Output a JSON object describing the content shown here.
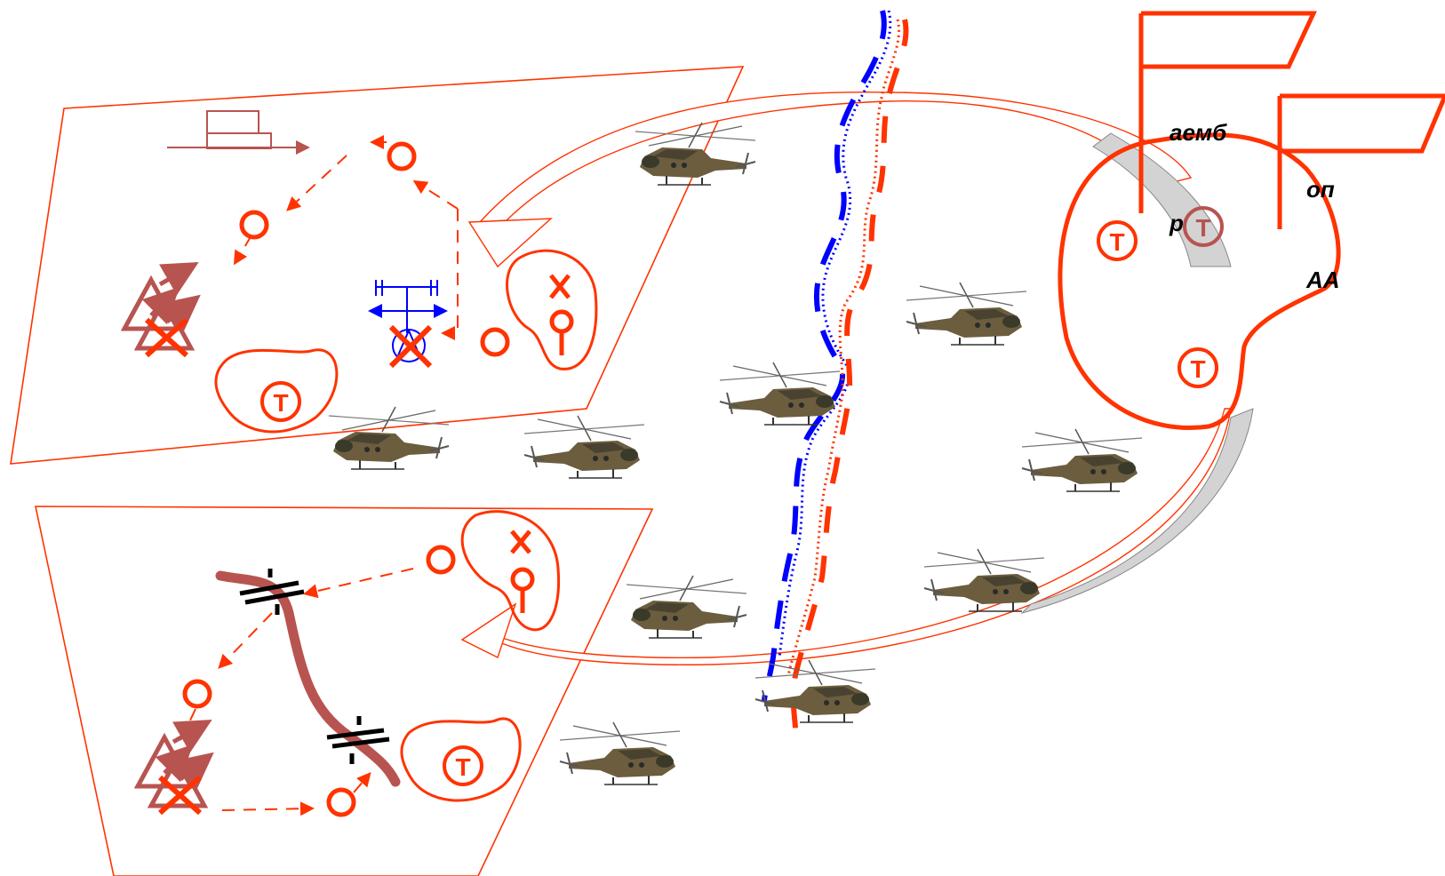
{
  "flags": {
    "flag_1": {
      "line1": "аемб",
      "line2": "р"
    },
    "flag_2": {
      "line1": "оп",
      "line2": "АА"
    }
  },
  "position_symbol": "Т",
  "colors": {
    "own_forces": "#ff3300",
    "enemy_forces": "#0000ff",
    "river": "#b85450",
    "zone_outline": "#ff3300",
    "crossing": "#000000",
    "corridor_fill": "#d3d3d3"
  },
  "icons": {
    "helicopter": "helicopter-icon",
    "missile_launcher": "missile-launcher-icon",
    "bridge": "bridge-crossing-icon"
  }
}
